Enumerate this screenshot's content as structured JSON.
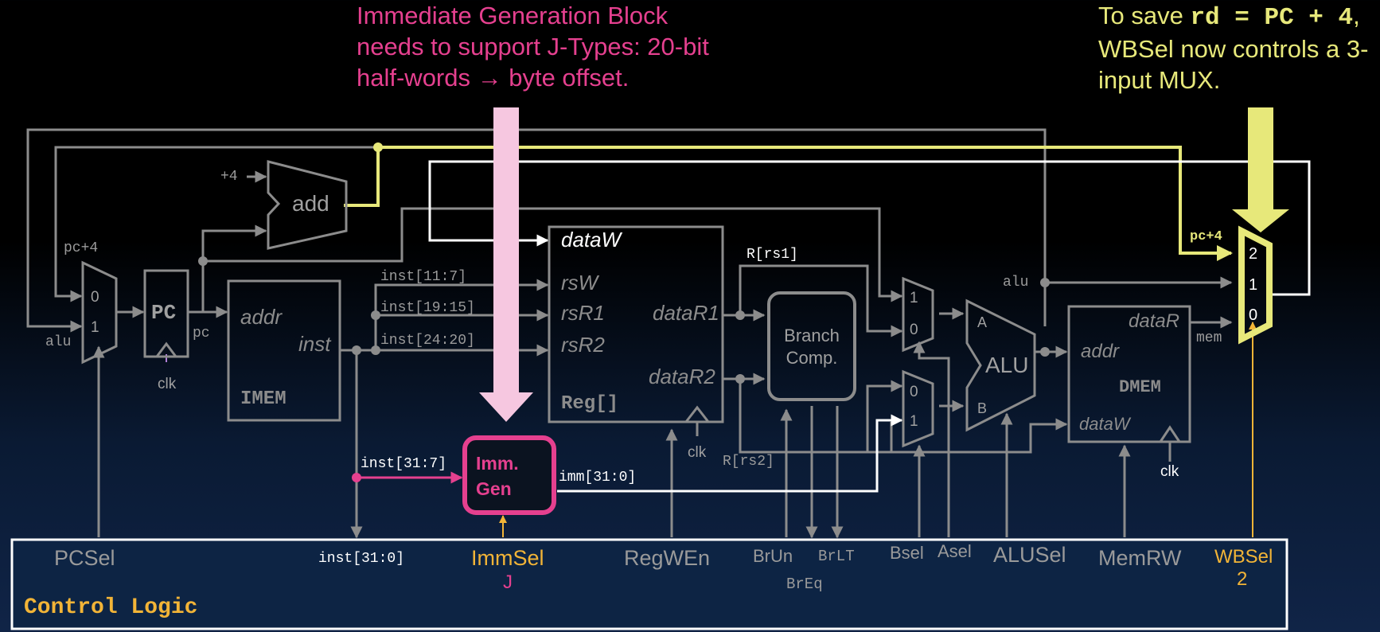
{
  "notes": {
    "imm_gen": "Immediate Generation Block needs to support J-Types: 20-bit half-words → byte offset.",
    "wbsel_prefix": "To save ",
    "wbsel_code": "rd = PC + 4",
    "wbsel_suffix": ", WBSel now controls a 3-input MUX."
  },
  "blocks": {
    "pc": "PC",
    "add": "add",
    "plus4": "+4",
    "imem": "IMEM",
    "imem_addr": "addr",
    "imem_inst": "inst",
    "reg": "Reg[]",
    "reg_dataW": "dataW",
    "reg_rsW": "rsW",
    "reg_rsR1": "rsR1",
    "reg_rsR2": "rsR2",
    "reg_dataR1": "dataR1",
    "reg_dataR2": "dataR2",
    "branch": "Branch Comp.",
    "immgen": "Imm. Gen",
    "alu": "ALU",
    "alu_a": "A",
    "alu_b": "B",
    "dmem": "DMEM",
    "dmem_dataR": "dataR",
    "dmem_addr": "addr",
    "dmem_dataW": "dataW"
  },
  "wires": {
    "pc_plus4": "pc+4",
    "alu_in": "alu",
    "pc_out": "pc",
    "clk_pc": "clk",
    "clk_reg": "clk",
    "clk_dmem": "clk",
    "inst_11_7": "inst[11:7]",
    "inst_19_15": "inst[19:15]",
    "inst_24_20": "inst[24:20]",
    "inst_31_7": "inst[31:7]",
    "imm_31_0": "imm[31:0]",
    "r_rs1": "R[rs1]",
    "r_rs2": "R[rs2]",
    "wb_pc4": "pc+4",
    "wb_alu": "alu",
    "wb_mem": "mem",
    "inst_31_0": "inst[31:0]"
  },
  "mux_labels": {
    "pcsel_0": "0",
    "pcsel_1": "1",
    "asel_1": "1",
    "asel_0": "0",
    "bsel_0": "0",
    "bsel_1": "1",
    "wb_2": "2",
    "wb_1": "1",
    "wb_0": "0"
  },
  "control": {
    "title": "Control Logic",
    "pcsel": "PCSel",
    "immsel": "ImmSel",
    "immsel_value": "J",
    "regwen": "RegWEn",
    "brun": "BrUn",
    "brlt": "BrLT",
    "breq": "BrEq",
    "bsel": "Bsel",
    "asel": "Asel",
    "alusel": "ALUSel",
    "memrw": "MemRW",
    "wbsel": "WBSel",
    "wbsel_value": "2"
  },
  "colors": {
    "pink": "#e5408f",
    "yellow": "#e7e87a",
    "orange": "#f2b437",
    "gray": "#8c8c8c",
    "white": "#ffffff"
  }
}
